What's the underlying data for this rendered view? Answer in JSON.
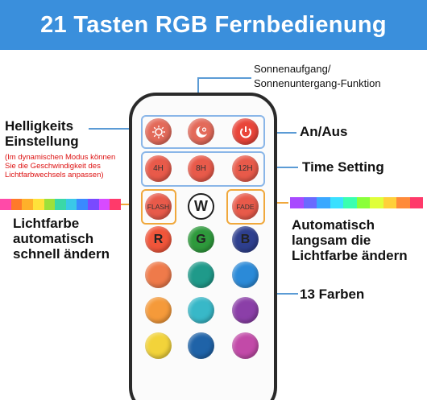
{
  "title": "21 Tasten RGB Fernbedienung",
  "labels": {
    "sunrise_line1": "Sonnenaufgang/",
    "sunrise_line2": "Sonnenuntergang-Funktion",
    "brightness_line1": "Helligkeits",
    "brightness_line2": "Einstellung",
    "brightness_note_line1": "(Im dynamischen Modus können",
    "brightness_note_line2": "Sie die Geschwindigkeit des",
    "brightness_note_line3": "Lichtfarbwechsels anpassen)",
    "onoff": "An/Aus",
    "time_setting": "Time Setting",
    "flash_line1": "Lichtfarbe",
    "flash_line2": "automatisch",
    "flash_line3": "schnell ändern",
    "fade_line1": "Automatisch",
    "fade_line2": "langsam die",
    "fade_line3": "Lichtfarbe ändern",
    "colors": "13 Farben"
  },
  "buttons": {
    "brightness_icon": "brightness-icon",
    "sunrise_icon": "sunrise-sunset-icon",
    "power_icon": "power-icon",
    "timer_4h": "4H",
    "timer_8h": "8H",
    "timer_12h": "12H",
    "flash": "FLASH",
    "white": "W",
    "fade": "FADE",
    "red": "R",
    "green": "G",
    "blue": "B"
  },
  "colors": {
    "banner": "#3a8fdc",
    "connector_line": "#5b9bd5",
    "orange_frame": "#f0a83c",
    "note_red": "#dd1111",
    "button_red": "#e0524a",
    "button_green": "#2e9a3c",
    "button_blue": "#2e3f8e"
  },
  "color_buttons": [
    "#f0553a",
    "#2e9a3c",
    "#2e3f8e",
    "#ef7a4a",
    "#1f9a8a",
    "#2b8ad8",
    "#f59a3a",
    "#38b8c8",
    "#8b3fa8",
    "#f2d33a",
    "#1f63a8",
    "#c24aa8"
  ],
  "flash_strip": [
    "#ff4aa8",
    "#ff7a2a",
    "#ffb02a",
    "#ffe23a",
    "#9ee03a",
    "#3ad8a8",
    "#3ac8e8",
    "#3a8aff",
    "#7a4aff",
    "#d84aff",
    "#ff3a6a"
  ],
  "fade_strip": [
    "#a84aff",
    "#6a6aff",
    "#3aa8ff",
    "#3ae0ff",
    "#3affb0",
    "#8aff3a",
    "#e0ff3a",
    "#ffd03a",
    "#ff8a3a",
    "#ff3a6a"
  ]
}
